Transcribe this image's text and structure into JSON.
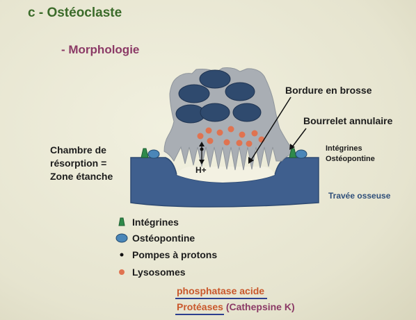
{
  "title": "c - Ostéoclaste",
  "subtitle": "- Morphologie",
  "labels": {
    "bordure_brosse": "Bordure en brosse",
    "bourrelet_annulaire": "Bourrelet annulaire",
    "chambre_resorption": "Chambre de\nrésorption =\nZone étanche",
    "integrines_osteopontine": "Intégrines\nOstéopontine",
    "travee_osseuse": "Travée osseuse",
    "proton": "H+"
  },
  "legend": [
    {
      "symbol": "integrine",
      "label": "Intégrines"
    },
    {
      "symbol": "osteopontine",
      "label": "Ostéopontine"
    },
    {
      "symbol": "pompe",
      "label": "Pompes à protons"
    },
    {
      "symbol": "lysosome",
      "label": "Lysosomes"
    }
  ],
  "enzymes": {
    "phosphatase": "phosphatase acide",
    "proteases_main": "Protéases",
    "proteases_paren": "(Cathepsine K)"
  },
  "colors": {
    "cell": "#a9aeb4",
    "nucleus": "#2f4a6e",
    "bone": "#3f5f8e",
    "lysosome": "#e07350",
    "integrine": "#2f8a4a",
    "osteopontine": "#4a86b8",
    "title": "#3b6b2a",
    "subtitle": "#8b3a66",
    "enzyme_text": "#c9572b",
    "underline": "#2c3e8f"
  }
}
